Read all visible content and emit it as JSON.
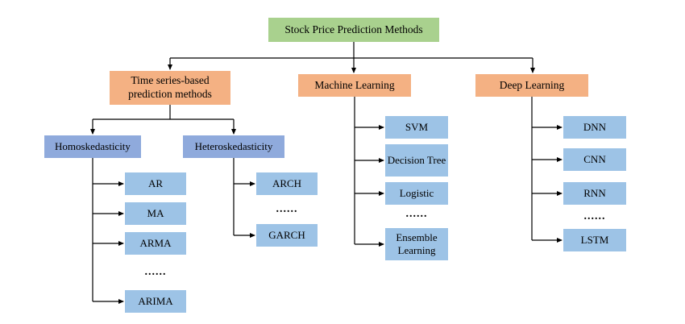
{
  "diagram": {
    "root_label": "Stock Price Prediction Methods",
    "branches": {
      "time_series": {
        "label": "Time series-based prediction methods"
      },
      "machine_learning": {
        "label": "Machine Learning",
        "items": [
          "SVM",
          "Decision Tree",
          "Logistic",
          "......",
          "Ensemble Learning"
        ]
      },
      "deep_learning": {
        "label": "Deep Learning",
        "items": [
          "DNN",
          "CNN",
          "RNN",
          "......",
          "LSTM"
        ]
      }
    },
    "time_series_groups": {
      "homoskedasticity": {
        "label": "Homoskedasticity",
        "items": [
          "AR",
          "MA",
          "ARMA",
          "......",
          "ARIMA"
        ]
      },
      "heteroskedasticity": {
        "label": "Heteroskedasticity",
        "items": [
          "ARCH",
          "......",
          "GARCH"
        ]
      }
    },
    "colors": {
      "root_fill": "#A9D18E",
      "branch_fill": "#F4B183",
      "group_fill": "#8FAADC",
      "leaf_fill": "#9DC3E6",
      "line_color": "#000000"
    }
  }
}
